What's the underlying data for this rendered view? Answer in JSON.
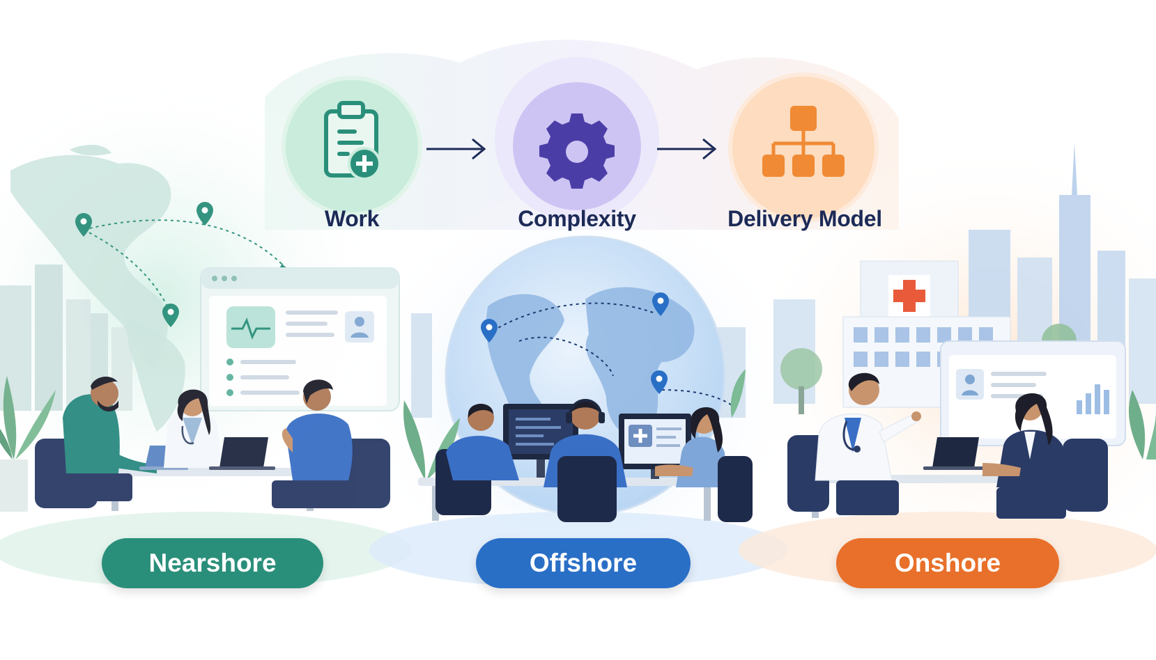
{
  "steps": [
    {
      "label": "Work",
      "icon": "clipboard-medical-icon"
    },
    {
      "label": "Complexity",
      "icon": "gear-icon"
    },
    {
      "label": "Delivery Model",
      "icon": "hierarchy-icon"
    }
  ],
  "models": [
    {
      "label": "Nearshore",
      "color": "#2a8f7a"
    },
    {
      "label": "Offshore",
      "color": "#2a6fc6"
    },
    {
      "label": "Onshore",
      "color": "#e8702a"
    }
  ],
  "colors": {
    "navy": "#1c2a57",
    "green": "#2a8f7a",
    "purple": "#4a3ea6",
    "orange": "#f08a34",
    "red_cross": "#e85a3a"
  }
}
